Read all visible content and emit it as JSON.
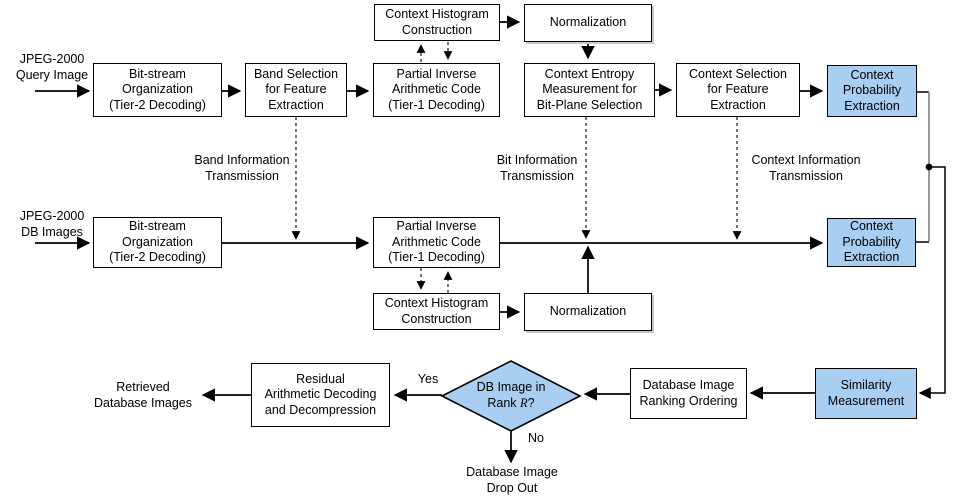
{
  "colors": {
    "highlight": "#A8CEF1",
    "box_bg": "#FFFFFF",
    "line": "#000000",
    "gray_wire": "#9A9A9A"
  },
  "nodes": {
    "context_histogram_top": "Context Histogram\nConstruction",
    "normalization_top": "Normalization",
    "bitstream_org_query": "Bit-stream\nOrganization\n(Tier-2 Decoding)",
    "band_selection": "Band Selection\nfor Feature\nExtraction",
    "partial_inverse_query": "Partial Inverse\nArithmetic Code\n(Tier-1 Decoding)",
    "context_entropy": "Context Entropy\nMeasurement for\nBit-Plane Selection",
    "context_selection": "Context Selection\nfor Feature\nExtraction",
    "context_prob_query": "Context\nProbability\nExtraction",
    "bitstream_org_db": "Bit-stream\nOrganization\n(Tier-2 Decoding)",
    "partial_inverse_db": "Partial Inverse\nArithmetic Code\n(Tier-1 Decoding)",
    "context_prob_db": "Context\nProbability\nExtraction",
    "context_histogram_bottom": "Context Histogram\nConstruction",
    "normalization_bottom": "Normalization",
    "residual_decoding": "Residual\nArithmetic Decoding\nand Decompression",
    "db_ranking": "Database Image\nRanking Ordering",
    "similarity": "Similarity\nMeasurement"
  },
  "decision": {
    "line1": "DB Image in",
    "rank_prefix": "Rank ",
    "rank_var": "R",
    "rank_suffix": "?"
  },
  "labels": {
    "query_input": "JPEG-2000\nQuery Image",
    "db_input": "JPEG-2000\nDB Images",
    "band_info": "Band Information\nTransmission",
    "bit_info": "Bit Information\nTransmission",
    "context_info": "Context Information\nTransmission",
    "yes": "Yes",
    "no": "No",
    "retrieved": "Retrieved\nDatabase Images",
    "drop_out": "Database Image\nDrop Out"
  }
}
